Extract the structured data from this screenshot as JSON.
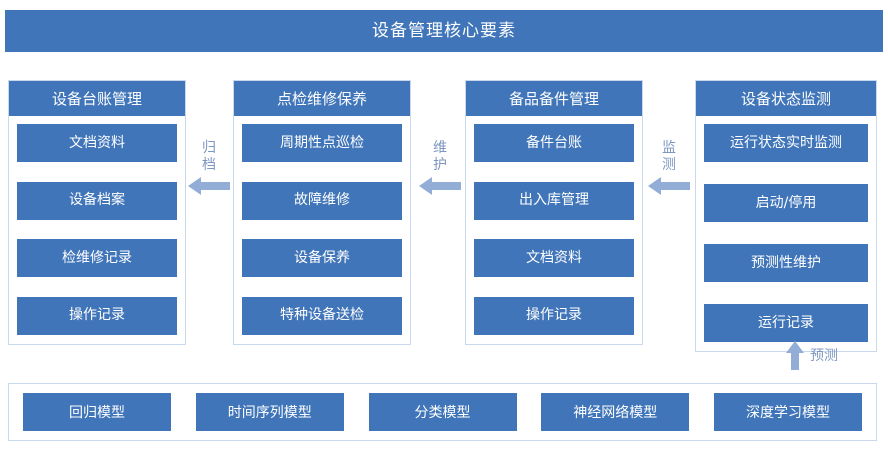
{
  "banner": {
    "title": "设备管理核心要素"
  },
  "columns": [
    {
      "header": "设备台账管理",
      "items": [
        "文档资料",
        "设备档案",
        "检维修记录",
        "操作记录"
      ]
    },
    {
      "header": "点检维修保养",
      "items": [
        "周期性点巡检",
        "故障维修",
        "设备保养",
        "特种设备送检"
      ]
    },
    {
      "header": "备品备件管理",
      "items": [
        "备件台账",
        "出入库管理",
        "文档资料",
        "操作记录"
      ]
    },
    {
      "header": "设备状态监测",
      "items": [
        "运行状态实时监测",
        "启动/停用",
        "预测性维护",
        "运行记录"
      ]
    }
  ],
  "arrows": [
    {
      "label": "归档",
      "direction": "left"
    },
    {
      "label": "维护",
      "direction": "left"
    },
    {
      "label": "监测",
      "direction": "left"
    },
    {
      "label": "预测",
      "direction": "up"
    }
  ],
  "models": {
    "items": [
      "回归模型",
      "时间序列模型",
      "分类模型",
      "神经网络模型",
      "深度学习模型"
    ]
  },
  "colors": {
    "primary_blue": "#4075B9",
    "arrow_blue": "#93AED6",
    "arrow_label": "#7D96C0",
    "card_border": "#C9D8EC",
    "background": "#FFFFFF",
    "text_on_blue": "#FFFFFF"
  }
}
